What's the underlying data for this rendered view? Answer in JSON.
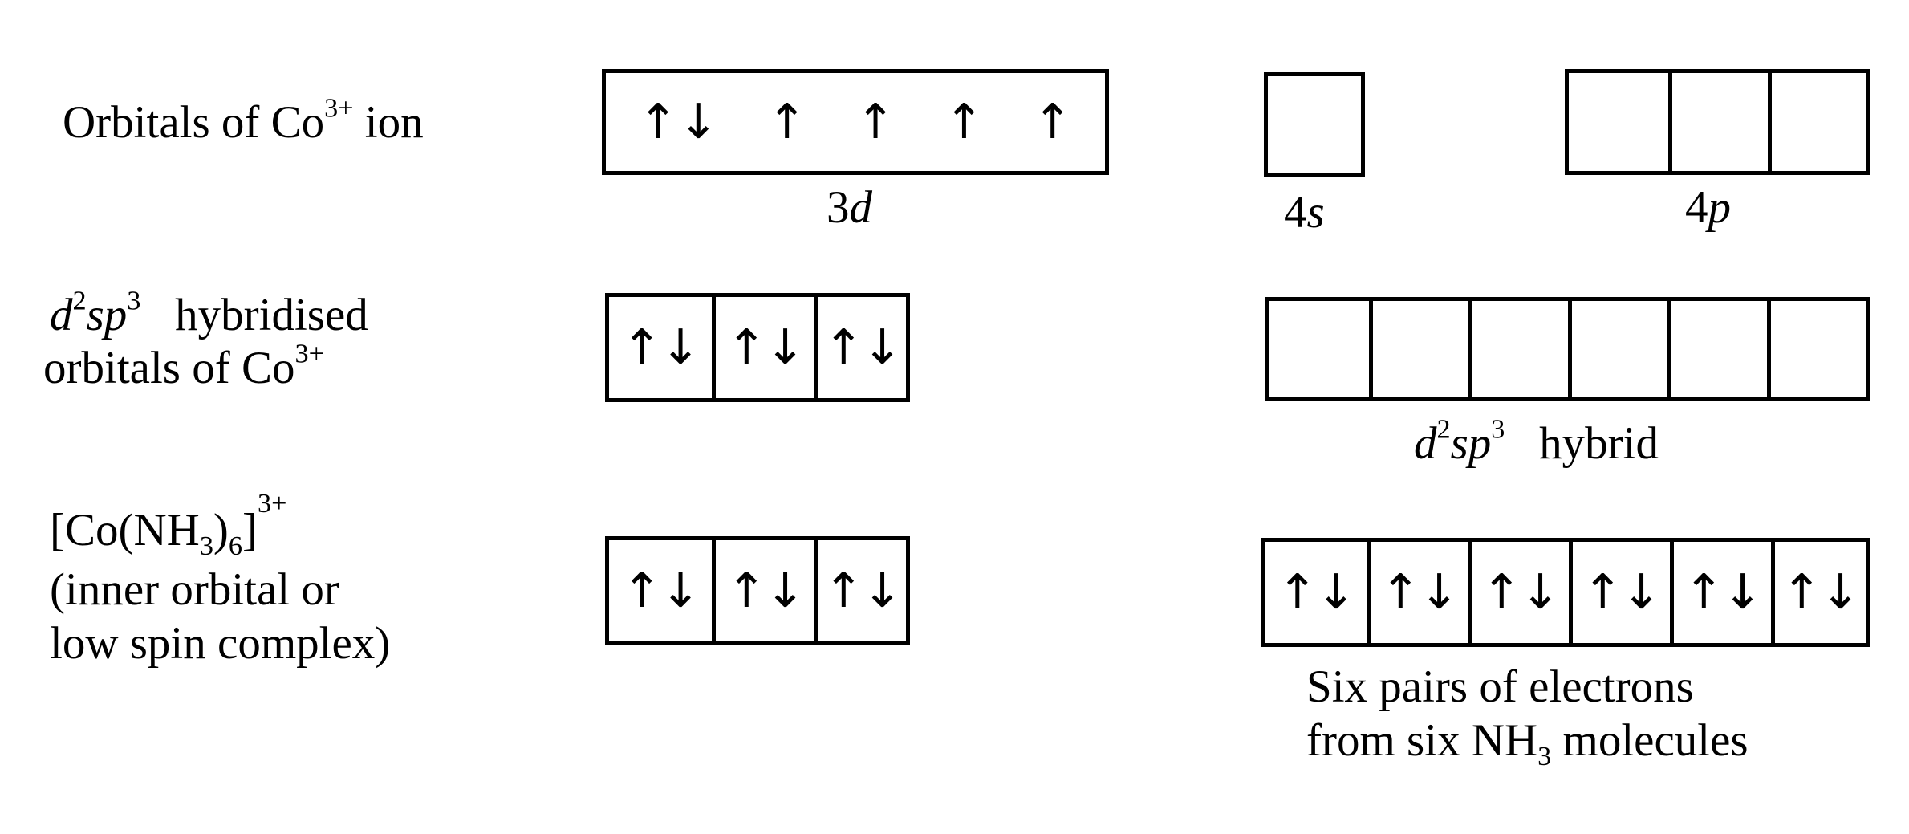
{
  "rows": [
    {
      "label_main": "Orbitals of  Co",
      "label_sup": "3+",
      "label_tail": " ion",
      "three_d": [
        "↑↓",
        "↑",
        "↑",
        "↑",
        "↑"
      ],
      "three_d_caption_num": "3",
      "three_d_caption_sym": "d",
      "four_s_caption_num": "4",
      "four_s_caption_sym": "s",
      "four_s": [
        ""
      ],
      "four_p": [
        "",
        "",
        ""
      ],
      "four_p_caption_num": "4",
      "four_p_caption_sym": "p"
    },
    {
      "label_d": "d",
      "label_d_sup": "2",
      "label_sp": "sp",
      "label_sp_sup": "3",
      "label_line1_tail": "   hybridised",
      "label_line2": "orbitals of Co",
      "label_line2_sup": "3+",
      "d_orbitals": [
        "↑↓",
        "↑↓",
        "↑↓"
      ],
      "hybrid": [
        "",
        "",
        "",
        "",
        "",
        ""
      ],
      "hybrid_caption_d": "d",
      "hybrid_caption_d_sup": "2",
      "hybrid_caption_sp": "sp",
      "hybrid_caption_sp_sup": "3",
      "hybrid_caption_tail": "   hybrid"
    },
    {
      "label_line1_a": "[Co(NH",
      "label_line1_sub3": "3",
      "label_line1_b": ")",
      "label_line1_sub6": "6",
      "label_line1_c": "]",
      "label_line1_sup": "3+",
      "label_line2": "(inner orbital or",
      "label_line3": "low spin complex)",
      "d_orbitals": [
        "↑↓",
        "↑↓",
        "↑↓"
      ],
      "hybrid": [
        "↑↓",
        "↑↓",
        "↑↓",
        "↑↓",
        "↑↓",
        "↑↓"
      ],
      "caption_line1": "Six pairs of electrons",
      "caption_line2_a": "from six NH",
      "caption_line2_sub": "3",
      "caption_line2_b": " molecules"
    }
  ]
}
